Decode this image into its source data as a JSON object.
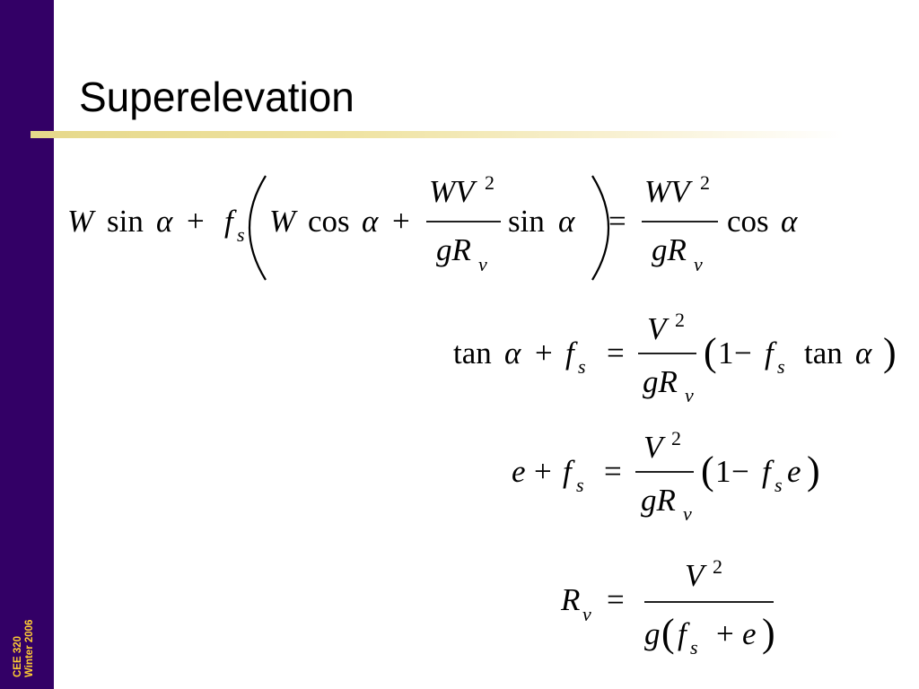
{
  "slide": {
    "title": "Superelevation",
    "footer": {
      "course": "CEE 320",
      "term": "Winter 2006"
    }
  },
  "colors": {
    "sidebar": "#330066",
    "footer_text": "#ffcc33",
    "title_rule": "#efe3a2"
  },
  "equations": [
    {
      "id": "force-balance",
      "text": "W sin α + f_s (W cos α + (WV^2 / gR_v) sin α) = (WV^2 / gR_v) cos α"
    },
    {
      "id": "tangent-form",
      "text": "tan α + f_s = (V^2 / gR_v)(1 − f_s tan α)"
    },
    {
      "id": "superelevation-form",
      "text": "e + f_s = (V^2 / gR_v)(1 − f_s e)"
    },
    {
      "id": "radius-formula",
      "text": "R_v = V^2 / g(f_s + e)"
    }
  ]
}
